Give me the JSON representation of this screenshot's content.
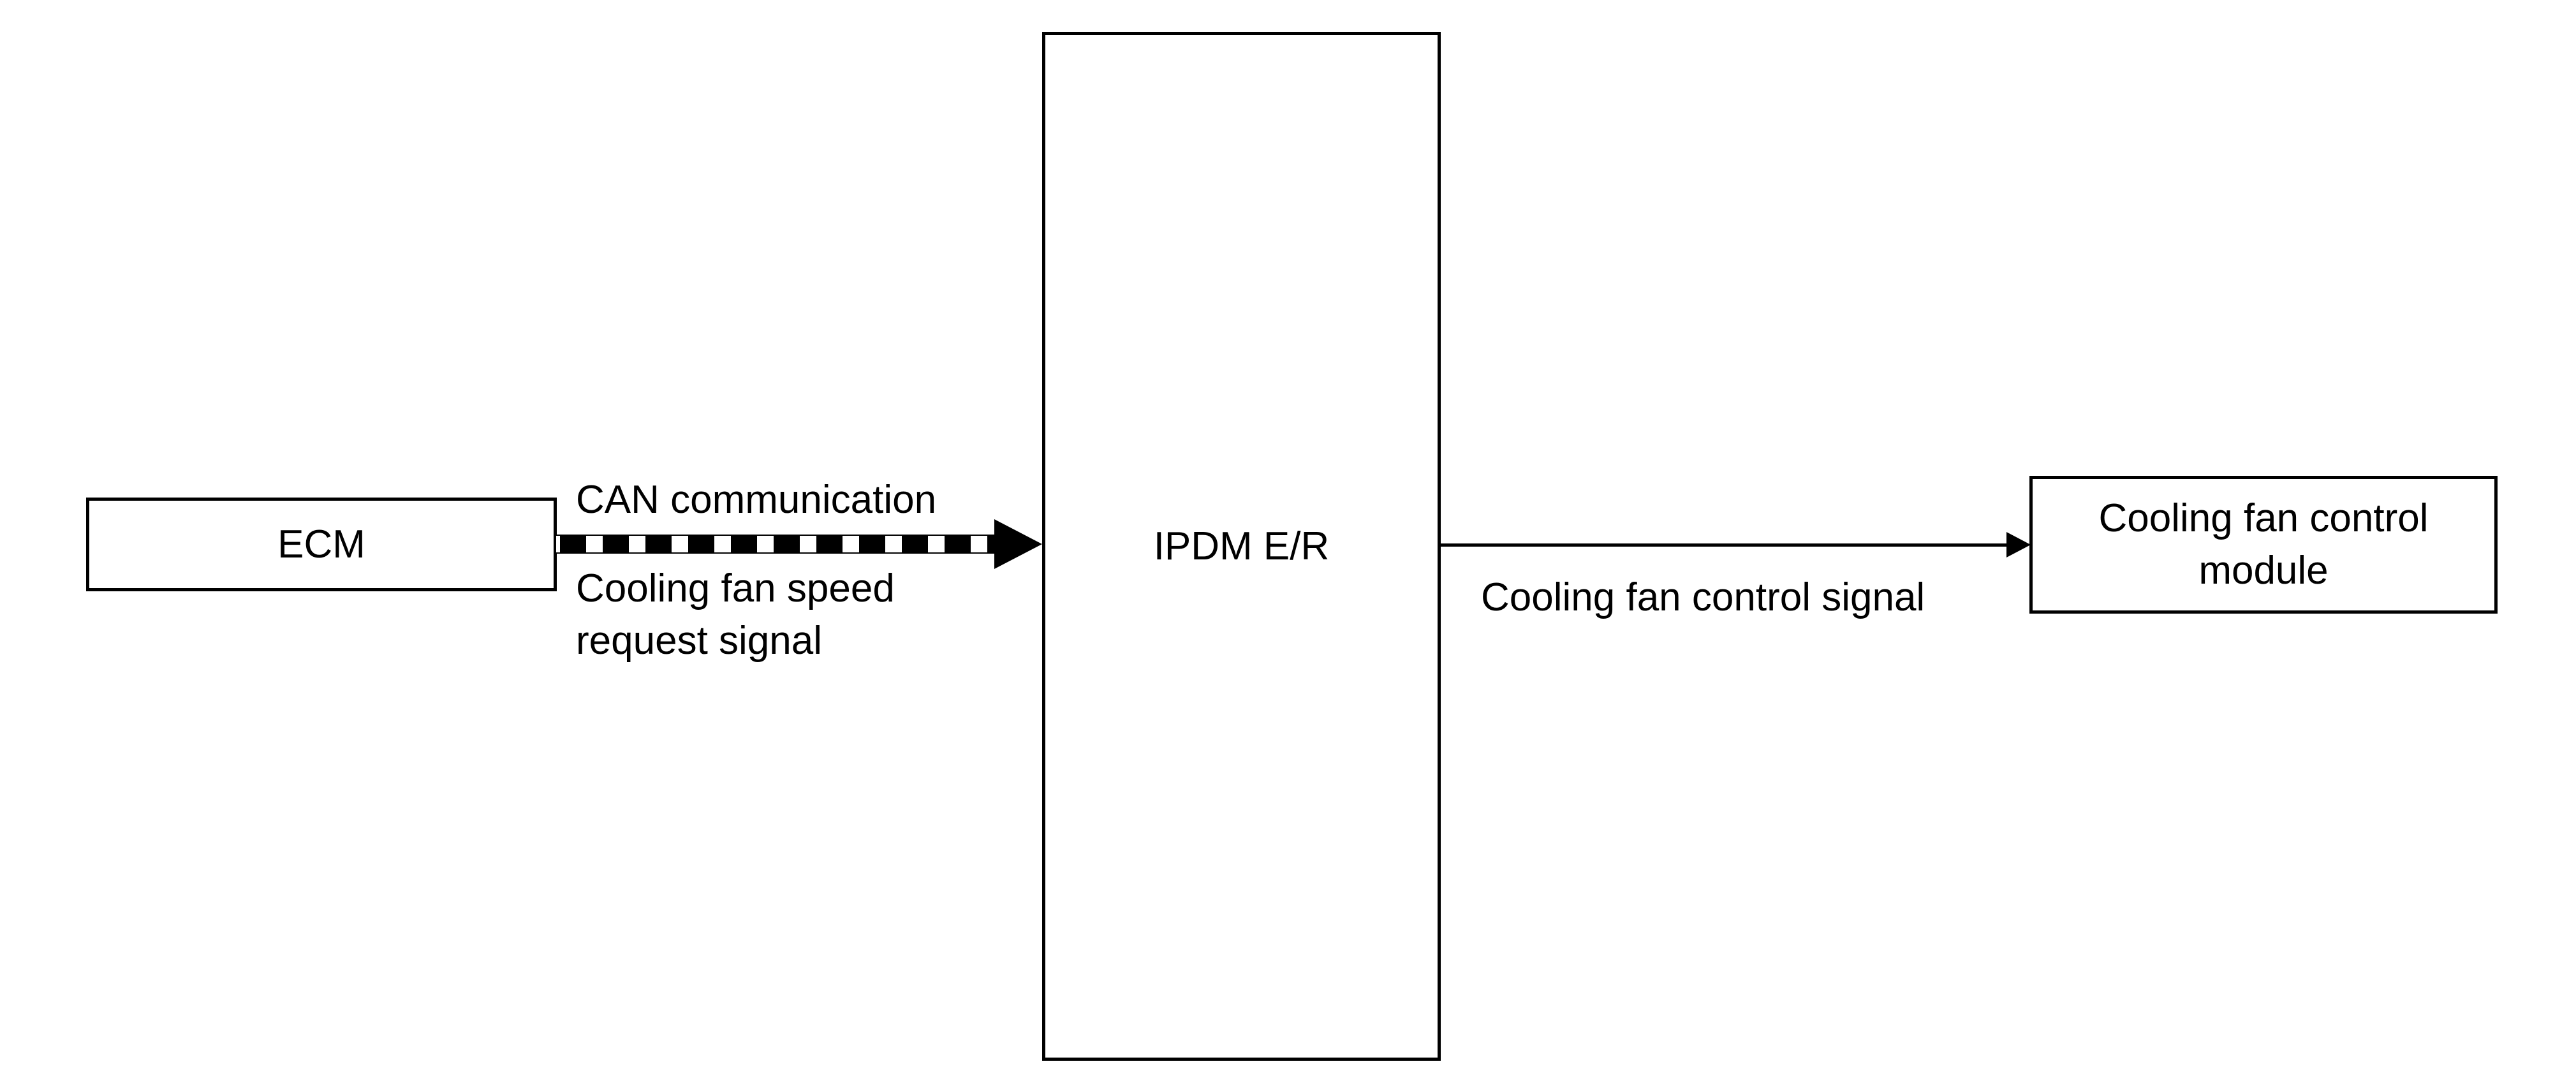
{
  "colors": {
    "ink": "#000000",
    "paper": "#ffffff"
  },
  "boxes": {
    "ecm": {
      "label": "ECM"
    },
    "ipdm": {
      "label": "IPDM E/R"
    },
    "cooling_fan_control_module": {
      "line1": "Cooling fan control",
      "line2": "module"
    }
  },
  "arrows": {
    "can": {
      "style": "striped-dashed-thick",
      "direction": "ECM to IPDM E/R",
      "label_above": "CAN communication",
      "label_below_line1": "Cooling fan speed",
      "label_below_line2": "request signal"
    },
    "fan_control": {
      "style": "solid-thin",
      "direction": "IPDM E/R to Cooling fan control module",
      "label": "Cooling fan control signal"
    }
  }
}
